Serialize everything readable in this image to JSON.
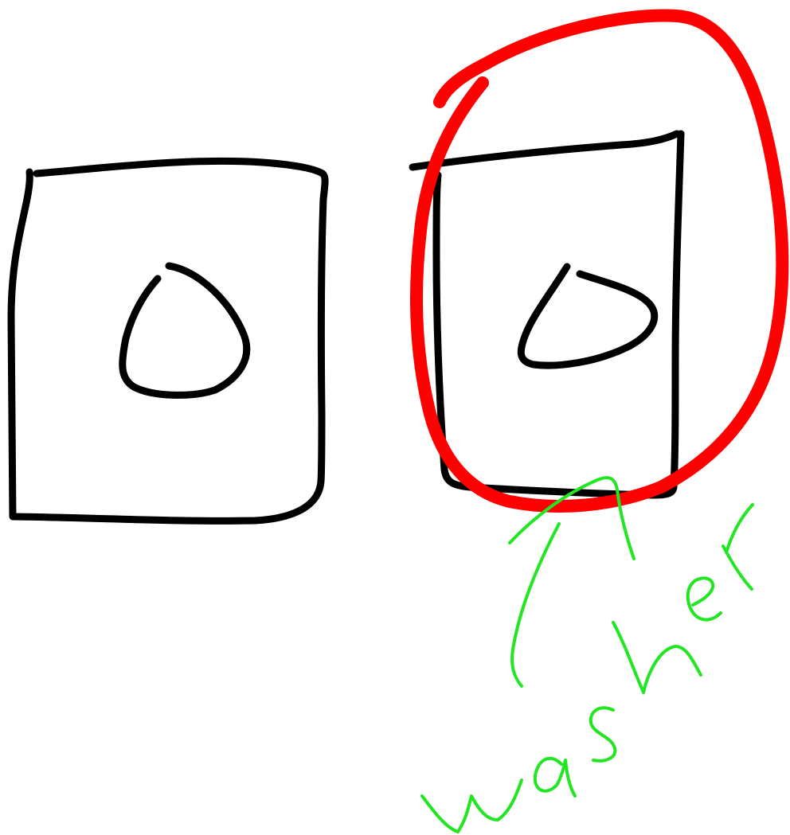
{
  "sketch": {
    "annotation_text": "washer",
    "colors": {
      "outline": "#000000",
      "highlight_circle": "#ff0000",
      "annotation": "#22e622",
      "background": "#ffffff"
    },
    "items": [
      {
        "id": "left-box",
        "shape": "square-with-blob"
      },
      {
        "id": "right-box",
        "shape": "square-with-blob",
        "highlighted": true
      }
    ]
  }
}
